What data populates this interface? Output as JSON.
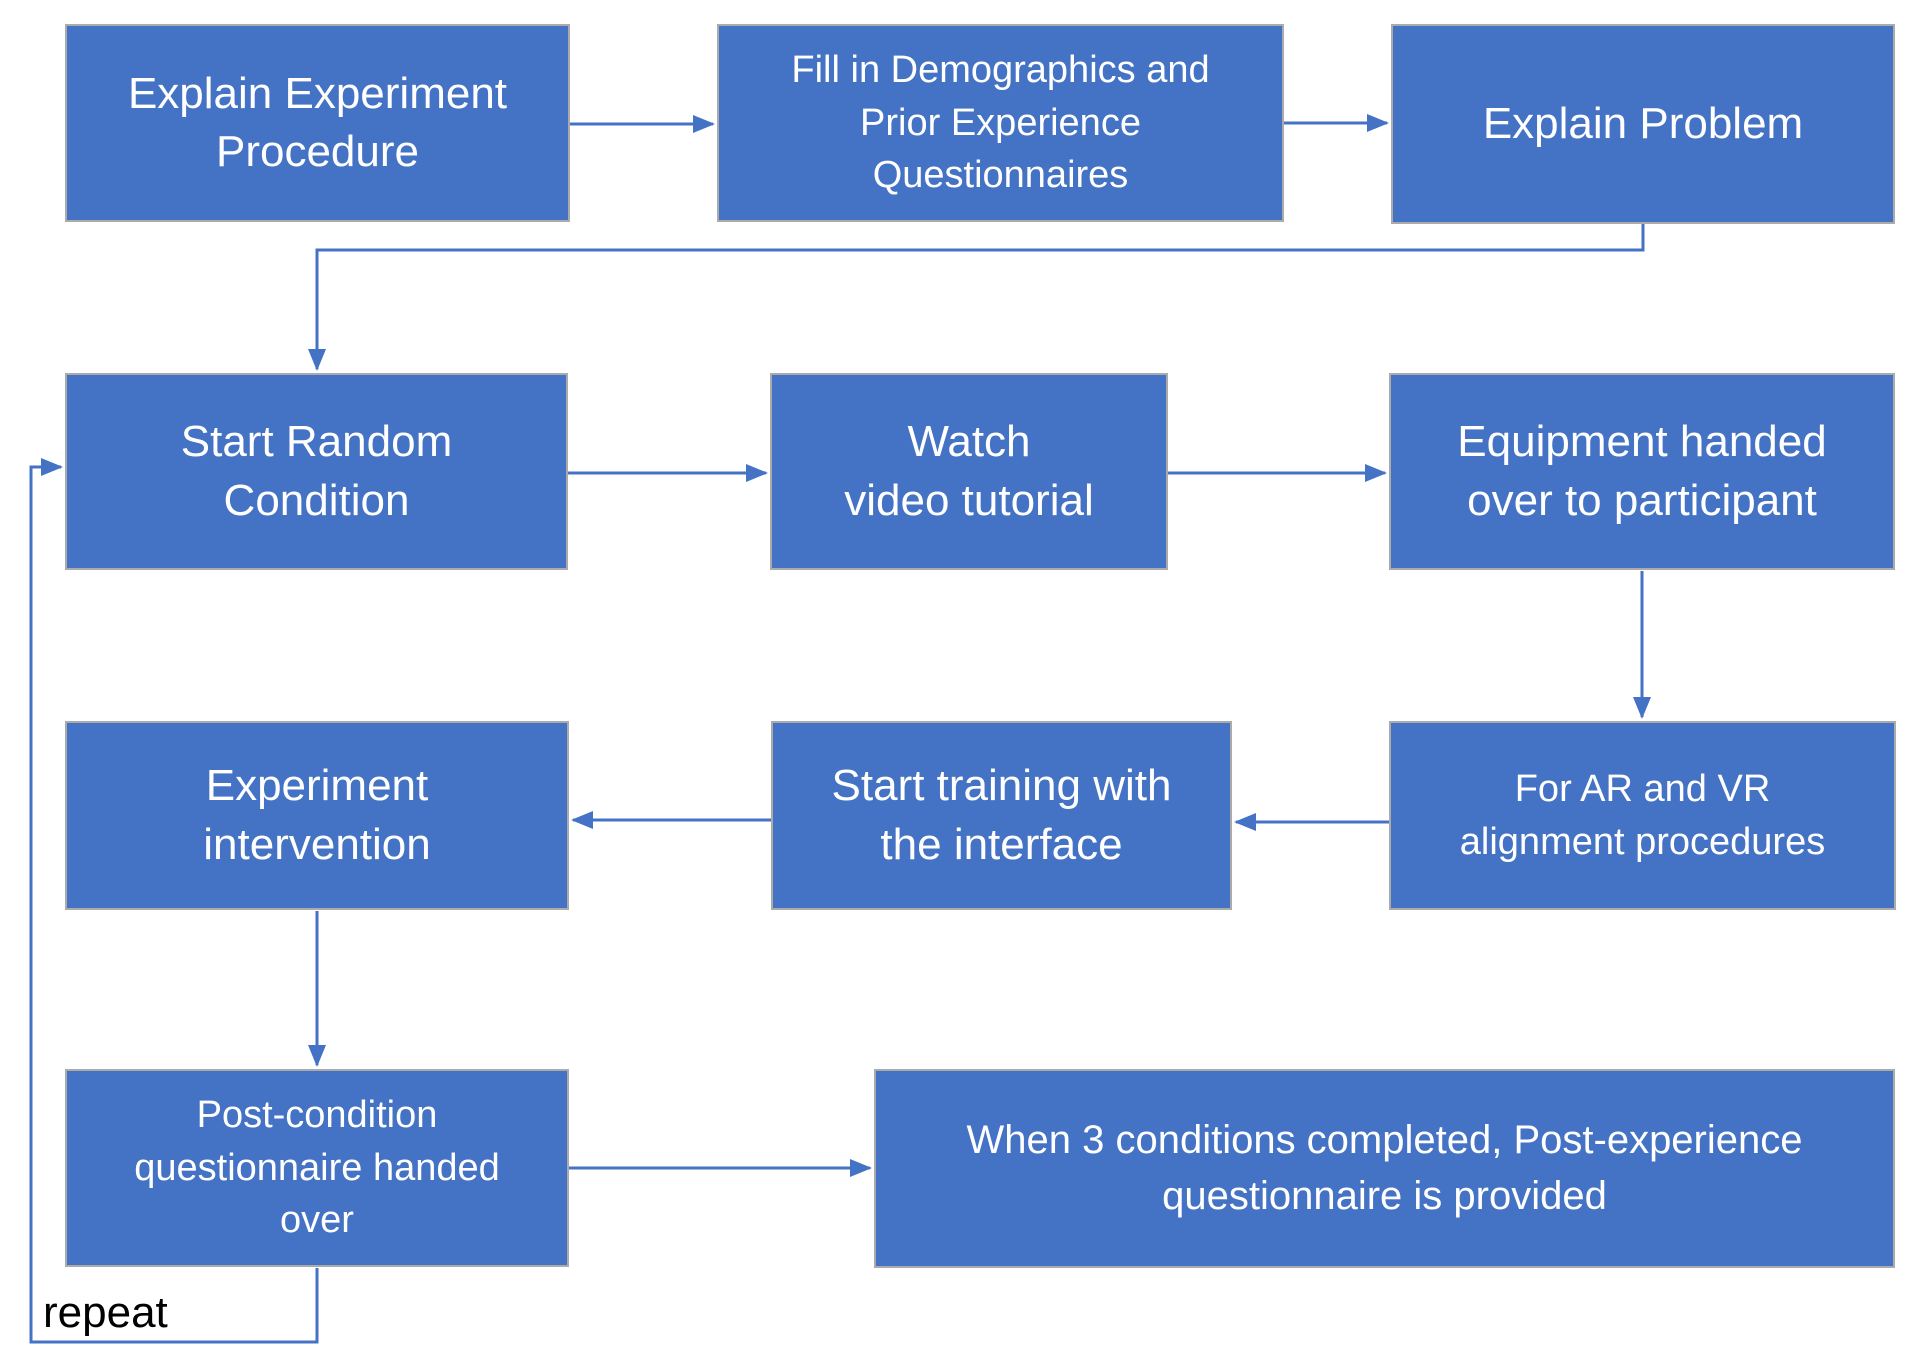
{
  "diagram": {
    "colors": {
      "node_fill": "#4472C4",
      "node_border": "#ABABAB",
      "arrow": "#4472C4",
      "text": "#FFFFFF",
      "background": "#FFFFFF",
      "repeat_text": "#000000"
    },
    "nodes": [
      {
        "id": "explain-experiment-procedure",
        "label": "Explain Experiment\nProcedure"
      },
      {
        "id": "fill-in-questionnaires",
        "label": "Fill in Demographics and\nPrior Experience\nQuestionnaires"
      },
      {
        "id": "explain-problem",
        "label": "Explain Problem"
      },
      {
        "id": "start-random-condition",
        "label": "Start Random\nCondition"
      },
      {
        "id": "watch-video-tutorial",
        "label": "Watch\nvideo tutorial"
      },
      {
        "id": "equipment-handed-over",
        "label": "Equipment handed\nover to participant"
      },
      {
        "id": "for-ar-vr-alignment",
        "label": "For AR and VR\nalignment procedures"
      },
      {
        "id": "start-training-interface",
        "label": "Start training with\nthe interface"
      },
      {
        "id": "experiment-intervention",
        "label": "Experiment\nintervention"
      },
      {
        "id": "post-condition-questionnaire",
        "label": "Post-condition\nquestionnaire handed\nover"
      },
      {
        "id": "post-experience-questionnaire",
        "label": "When 3 conditions completed, Post-experience\nquestionnaire is provided"
      }
    ],
    "edges": [
      {
        "from": "explain-experiment-procedure",
        "to": "fill-in-questionnaires"
      },
      {
        "from": "fill-in-questionnaires",
        "to": "explain-problem"
      },
      {
        "from": "explain-problem",
        "to": "start-random-condition"
      },
      {
        "from": "start-random-condition",
        "to": "watch-video-tutorial"
      },
      {
        "from": "watch-video-tutorial",
        "to": "equipment-handed-over"
      },
      {
        "from": "equipment-handed-over",
        "to": "for-ar-vr-alignment"
      },
      {
        "from": "for-ar-vr-alignment",
        "to": "start-training-interface"
      },
      {
        "from": "start-training-interface",
        "to": "experiment-intervention"
      },
      {
        "from": "experiment-intervention",
        "to": "post-condition-questionnaire"
      },
      {
        "from": "post-condition-questionnaire",
        "to": "post-experience-questionnaire"
      },
      {
        "from": "post-condition-questionnaire",
        "to": "start-random-condition",
        "label": "repeat"
      }
    ],
    "loop_label": "repeat"
  }
}
